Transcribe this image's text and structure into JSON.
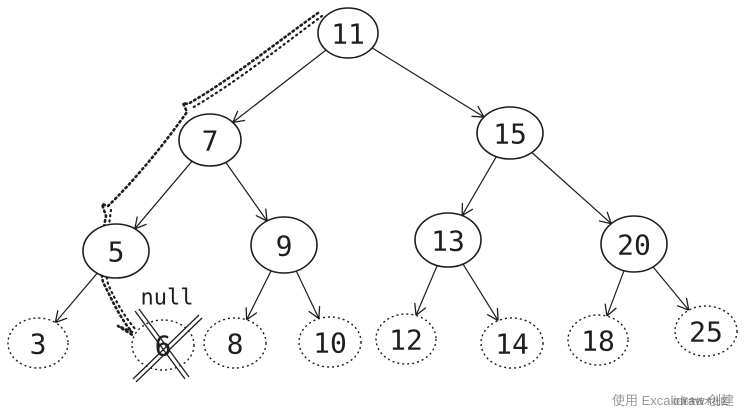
{
  "tree": {
    "nodes": [
      {
        "id": "n11",
        "label": "11",
        "style": "solid"
      },
      {
        "id": "n7",
        "label": "7",
        "style": "solid"
      },
      {
        "id": "n15",
        "label": "15",
        "style": "solid"
      },
      {
        "id": "n5",
        "label": "5",
        "style": "solid"
      },
      {
        "id": "n9",
        "label": "9",
        "style": "solid"
      },
      {
        "id": "n13",
        "label": "13",
        "style": "solid"
      },
      {
        "id": "n20",
        "label": "20",
        "style": "solid"
      },
      {
        "id": "n3",
        "label": "3",
        "style": "dashed"
      },
      {
        "id": "n6",
        "label": "6",
        "style": "dashed"
      },
      {
        "id": "n8",
        "label": "8",
        "style": "dashed"
      },
      {
        "id": "n10",
        "label": "10",
        "style": "dashed"
      },
      {
        "id": "n12",
        "label": "12",
        "style": "dashed"
      },
      {
        "id": "n14",
        "label": "14",
        "style": "dashed"
      },
      {
        "id": "n18",
        "label": "18",
        "style": "dashed"
      },
      {
        "id": "n25",
        "label": "25",
        "style": "dashed"
      }
    ],
    "edges": [
      {
        "from": "n11",
        "to": "n7"
      },
      {
        "from": "n11",
        "to": "n15"
      },
      {
        "from": "n7",
        "to": "n5"
      },
      {
        "from": "n7",
        "to": "n9"
      },
      {
        "from": "n15",
        "to": "n13"
      },
      {
        "from": "n15",
        "to": "n20"
      },
      {
        "from": "n5",
        "to": "n3"
      },
      {
        "from": "n9",
        "to": "n8"
      },
      {
        "from": "n9",
        "to": "n10"
      },
      {
        "from": "n13",
        "to": "n12"
      },
      {
        "from": "n13",
        "to": "n14"
      },
      {
        "from": "n20",
        "to": "n18"
      },
      {
        "from": "n20",
        "to": "n25"
      }
    ],
    "search_path": [
      "n11",
      "n7",
      "n5",
      "n6"
    ],
    "null_marker": {
      "target": "n6",
      "label": "null"
    }
  },
  "watermark": {
    "text": "使用 Excalidraw 创建",
    "overlay": "@掘金技术社区"
  },
  "colors": {
    "stroke": "#1e1e1e",
    "background": "#ffffff",
    "watermark": "#9a9a9a"
  }
}
